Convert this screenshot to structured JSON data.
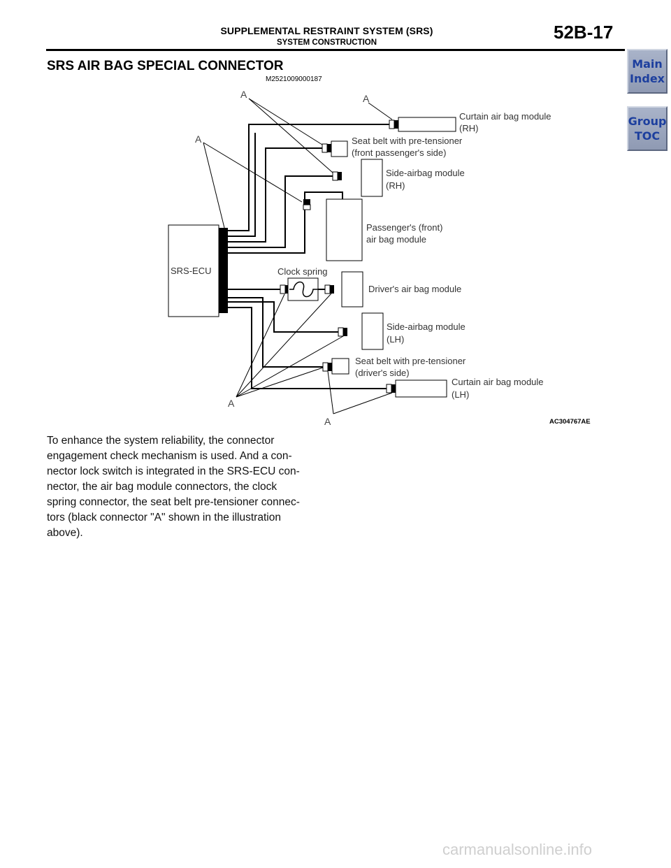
{
  "header": {
    "title": "SUPPLEMENTAL RESTRAINT SYSTEM (SRS)",
    "subtitle": "SYSTEM CONSTRUCTION",
    "page_number": "52B-17"
  },
  "nav": {
    "main_index": {
      "line1": "Main",
      "line2": "Index"
    },
    "group_toc": {
      "line1": "Group",
      "line2": "TOC"
    }
  },
  "section": {
    "title": "SRS AIR BAG SPECIAL CONNECTOR",
    "code": "M2521009000187"
  },
  "diagram": {
    "connector_label": "A",
    "ecu_label": "SRS-ECU",
    "clock_spring": "Clock spring",
    "curtain_rh": [
      "Curtain air bag module",
      "(RH)"
    ],
    "seatbelt_front": [
      "Seat belt with pre-tensioner",
      "(front passenger's side)"
    ],
    "side_rh": [
      "Side-airbag module",
      "(RH)"
    ],
    "passenger": [
      "Passenger's (front)",
      "air bag module"
    ],
    "driver": "Driver's air bag module",
    "side_lh": [
      "Side-airbag module",
      "(LH)"
    ],
    "seatbelt_driver": [
      "Seat belt with pre-tensioner",
      "(driver's side)"
    ],
    "curtain_lh": [
      "Curtain air bag module",
      "(LH)"
    ],
    "figure_id": "AC304767AE"
  },
  "body": {
    "lines": [
      "To enhance the system reliability, the connector",
      "engagement check mechanism is used. And a con-",
      "nector lock switch is integrated in the SRS-ECU con-",
      "nector, the air bag module connectors, the clock",
      "spring connector, the seat belt pre-tensioner connec-",
      "tors (black connector \"A\" shown in the illustration",
      "above)."
    ]
  },
  "watermark": "carmanualsonline.info"
}
